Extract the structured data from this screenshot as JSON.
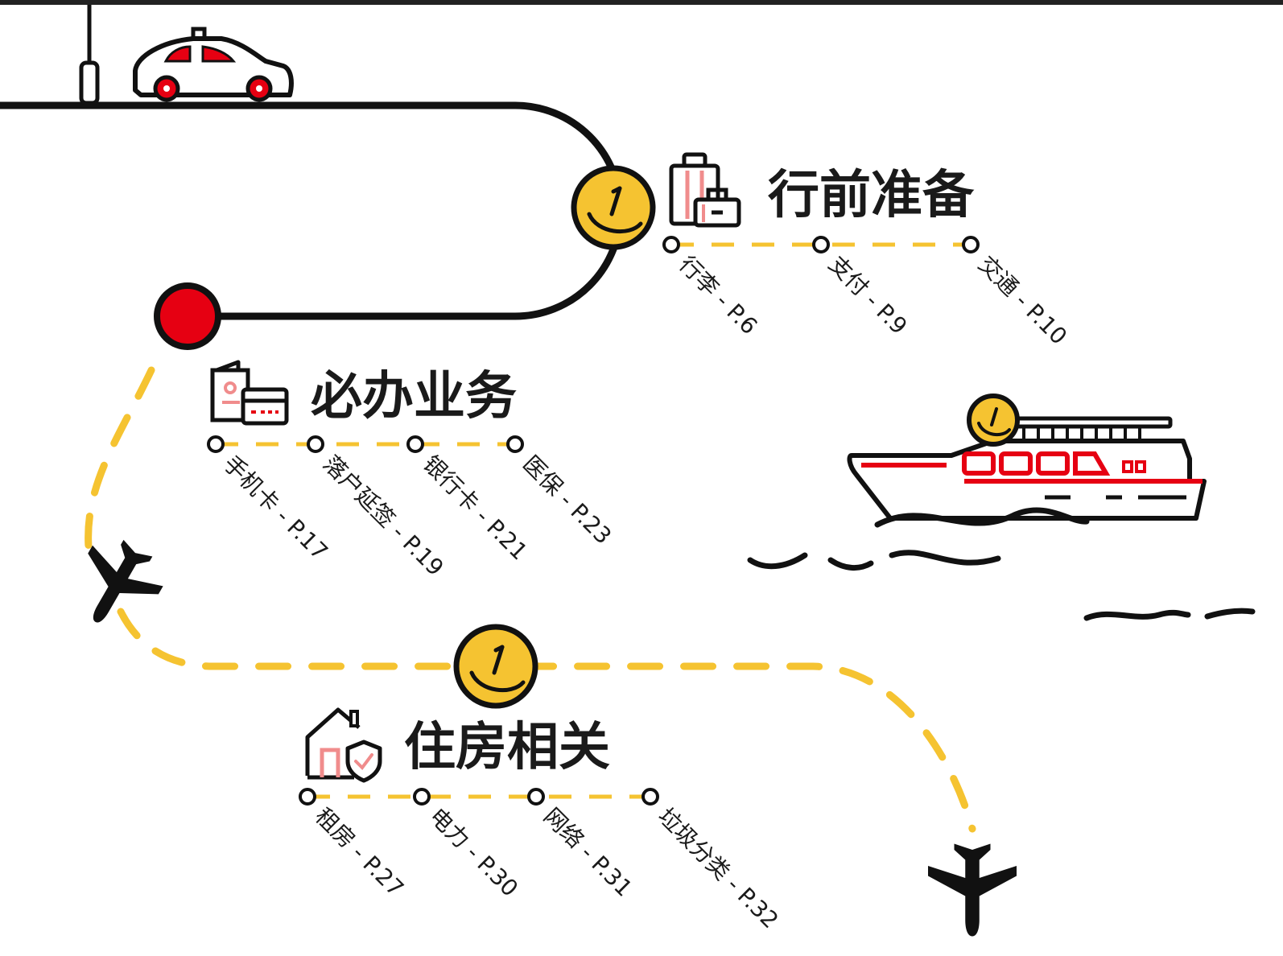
{
  "colors": {
    "ink": "#111111",
    "yellow": "#F5C331",
    "red": "#E60012",
    "pink": "#F08C8C",
    "white": "#FFFFFF"
  },
  "sections": [
    {
      "title": "行前准备",
      "icon": "luggage-icon",
      "items": [
        "行李 - P.6",
        "支付 - P.9",
        "交通 - P.10"
      ]
    },
    {
      "title": "必办业务",
      "icon": "id-card-icon",
      "items": [
        "手机卡 - P.17",
        "落户延签 - P.19",
        "银行卡 - P.21",
        "医保 - P.23"
      ]
    },
    {
      "title": "住房相关",
      "icon": "house-shield-icon",
      "items": [
        "租房 - P.27",
        "电力 - P.30",
        "网络 - P.31",
        "垃圾分类 - P.32"
      ]
    }
  ],
  "decorations": [
    "taxi-icon",
    "street-lamp-icon",
    "ferry-icon",
    "airplane-icon",
    "waves-icon"
  ]
}
